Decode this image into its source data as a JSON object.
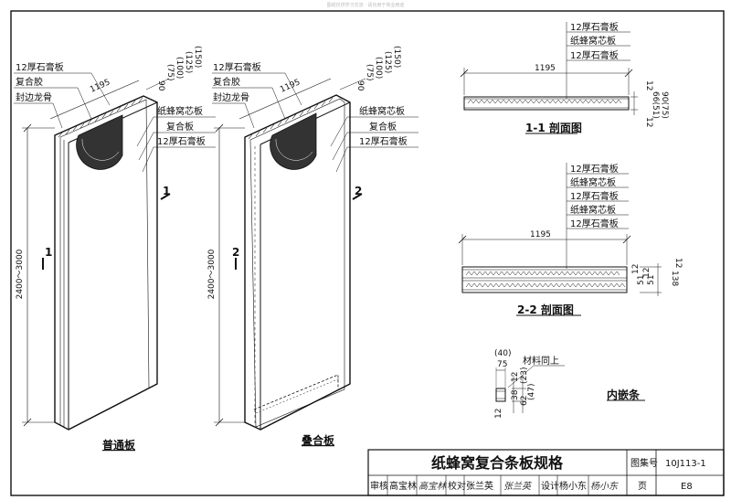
{
  "watermark": "图纸仅供学习交流 · 请勿用于商业用途",
  "left_panel": {
    "labels_top": [
      "12厚石膏板",
      "复合胶",
      "封边龙骨"
    ],
    "labels_right": [
      "纸蜂窝芯板",
      "复合板",
      "12厚石膏板"
    ],
    "width_dim": "1195",
    "height_dim": "2400～3000",
    "thickness_dims": [
      "(150)",
      "(125)",
      "(100)",
      "(75)",
      "90"
    ],
    "section_mark": "1",
    "caption": "普通板"
  },
  "middle_panel": {
    "labels_top": [
      "12厚石膏板",
      "复合胶",
      "封边龙骨"
    ],
    "labels_right": [
      "纸蜂窝芯板",
      "复合板",
      "12厚石膏板"
    ],
    "width_dim": "1195",
    "height_dim": "2400～3000",
    "thickness_dims": [
      "(150)",
      "(125)",
      "(100)",
      "(75)",
      "90"
    ],
    "section_mark": "2",
    "caption": "叠合板"
  },
  "section_1": {
    "labels": [
      "12厚石膏板",
      "纸蜂窝芯板",
      "12厚石膏板"
    ],
    "width_dim": "1195",
    "side_dims": [
      "12",
      "66(51)",
      "12",
      "90(75)"
    ],
    "caption": "1-1 剖面图"
  },
  "section_2": {
    "labels": [
      "12厚石膏板",
      "纸蜂窝芯板",
      "12厚石膏板",
      "纸蜂窝芯板",
      "12厚石膏板"
    ],
    "width_dim": "1195",
    "side_dims": [
      "12",
      "51",
      "12",
      "51",
      "12",
      "138"
    ],
    "caption": "2-2 剖面图"
  },
  "inlay": {
    "dims": [
      "(40)",
      "75",
      "12",
      "(23)",
      "38",
      "(47)",
      "62",
      "12"
    ],
    "label": "材料同上",
    "caption": "内嵌条"
  },
  "title_block": {
    "title": "纸蜂窝复合条板规格",
    "atlas_label": "图集号",
    "atlas_value": "10J113-1",
    "review_label": "审核",
    "reviewer": "高宝林",
    "reviewer_sig": "高宝林",
    "check_label": "校对",
    "checker": "张兰英",
    "checker_sig": "张兰英",
    "design_label": "设计",
    "designer": "杨小东",
    "designer_sig": "杨小东",
    "page_label": "页",
    "page_value": "E8"
  }
}
